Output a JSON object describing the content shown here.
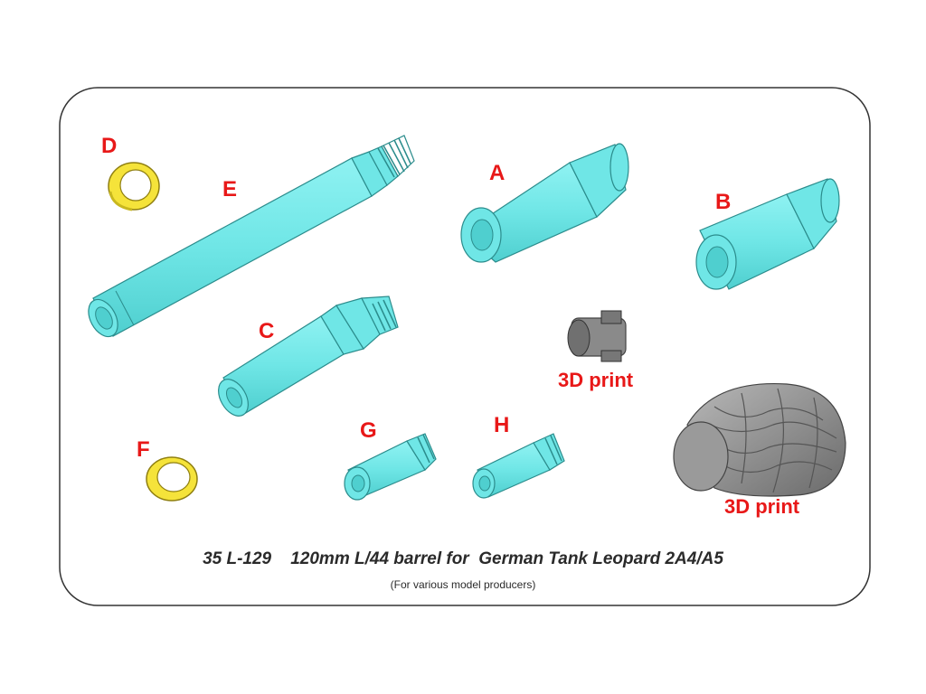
{
  "labels": {
    "a": "A",
    "b": "B",
    "c": "C",
    "d": "D",
    "e": "E",
    "f": "F",
    "g": "G",
    "h": "H"
  },
  "print_labels": {
    "small": "3D print",
    "large": "3D print"
  },
  "caption": {
    "title": "35 L-129    120mm L/44 barrel for  German Tank Leopard 2A4/A5",
    "subtitle": "(For various model producers)"
  },
  "colors": {
    "part_fill": "#6fe6e6",
    "part_stroke": "#2b8c8c",
    "brass_fill": "#f5e33a",
    "brass_stroke": "#8f7f10",
    "resin_fill": "#8a8a8a",
    "label_red": "#e81818",
    "frame_stroke": "#333333"
  }
}
